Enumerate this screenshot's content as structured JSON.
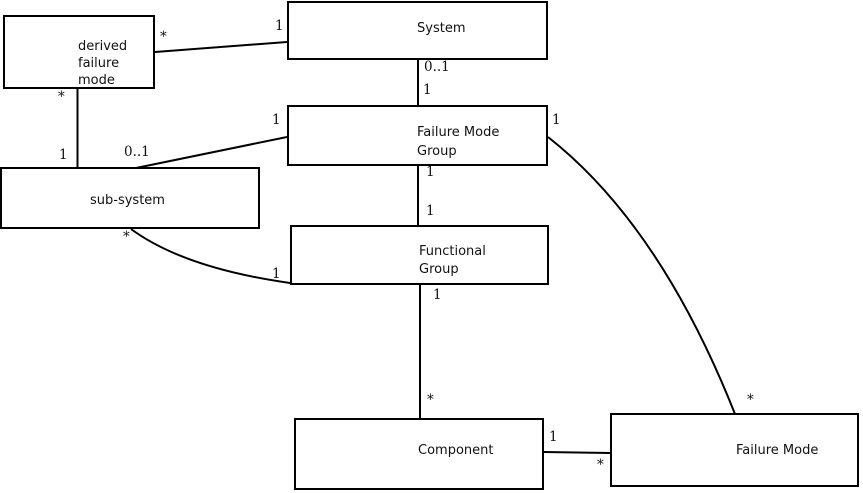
{
  "diagram": {
    "kind": "uml-association-diagram",
    "background_color": "#ffffff",
    "line_color": "#000000"
  },
  "nodes": {
    "derived_failure_mode": {
      "label": "derived\nfailure\nmode"
    },
    "system": {
      "label": "System"
    },
    "failure_mode_group": {
      "label": "Failure Mode\nGroup"
    },
    "sub_system": {
      "label": "sub-system"
    },
    "functional_group": {
      "label": "Functional\nGroup"
    },
    "component": {
      "label": "Component"
    },
    "failure_mode": {
      "label": "Failure Mode"
    }
  },
  "edges": {
    "system_derived_failure_mode": {
      "from": "System",
      "to": "derived failure mode",
      "from_mult": "1",
      "to_mult": "*"
    },
    "derived_failure_mode_sub_system": {
      "from": "derived failure mode",
      "to": "sub-system",
      "from_mult": "*",
      "to_mult": "1"
    },
    "failure_mode_group_sub_system": {
      "from": "Failure Mode Group",
      "to": "sub-system",
      "from_mult": "1",
      "to_mult": "0..1"
    },
    "system_failure_mode_group": {
      "from": "System",
      "to": "Failure Mode Group",
      "from_mult": "0..1",
      "to_mult": "1"
    },
    "failure_mode_group_functional_group": {
      "from": "Failure Mode Group",
      "to": "Functional Group",
      "from_mult": "1",
      "to_mult": "1"
    },
    "sub_system_functional_group": {
      "from": "sub-system",
      "to": "Functional Group",
      "from_mult": "*",
      "to_mult": "1"
    },
    "functional_group_component": {
      "from": "Functional Group",
      "to": "Component",
      "from_mult": "1",
      "to_mult": "*"
    },
    "component_failure_mode": {
      "from": "Component",
      "to": "Failure Mode",
      "from_mult": "1",
      "to_mult": "*"
    },
    "failure_mode_group_failure_mode": {
      "from": "Failure Mode Group",
      "to": "Failure Mode",
      "from_mult": "1",
      "to_mult": "*"
    }
  }
}
